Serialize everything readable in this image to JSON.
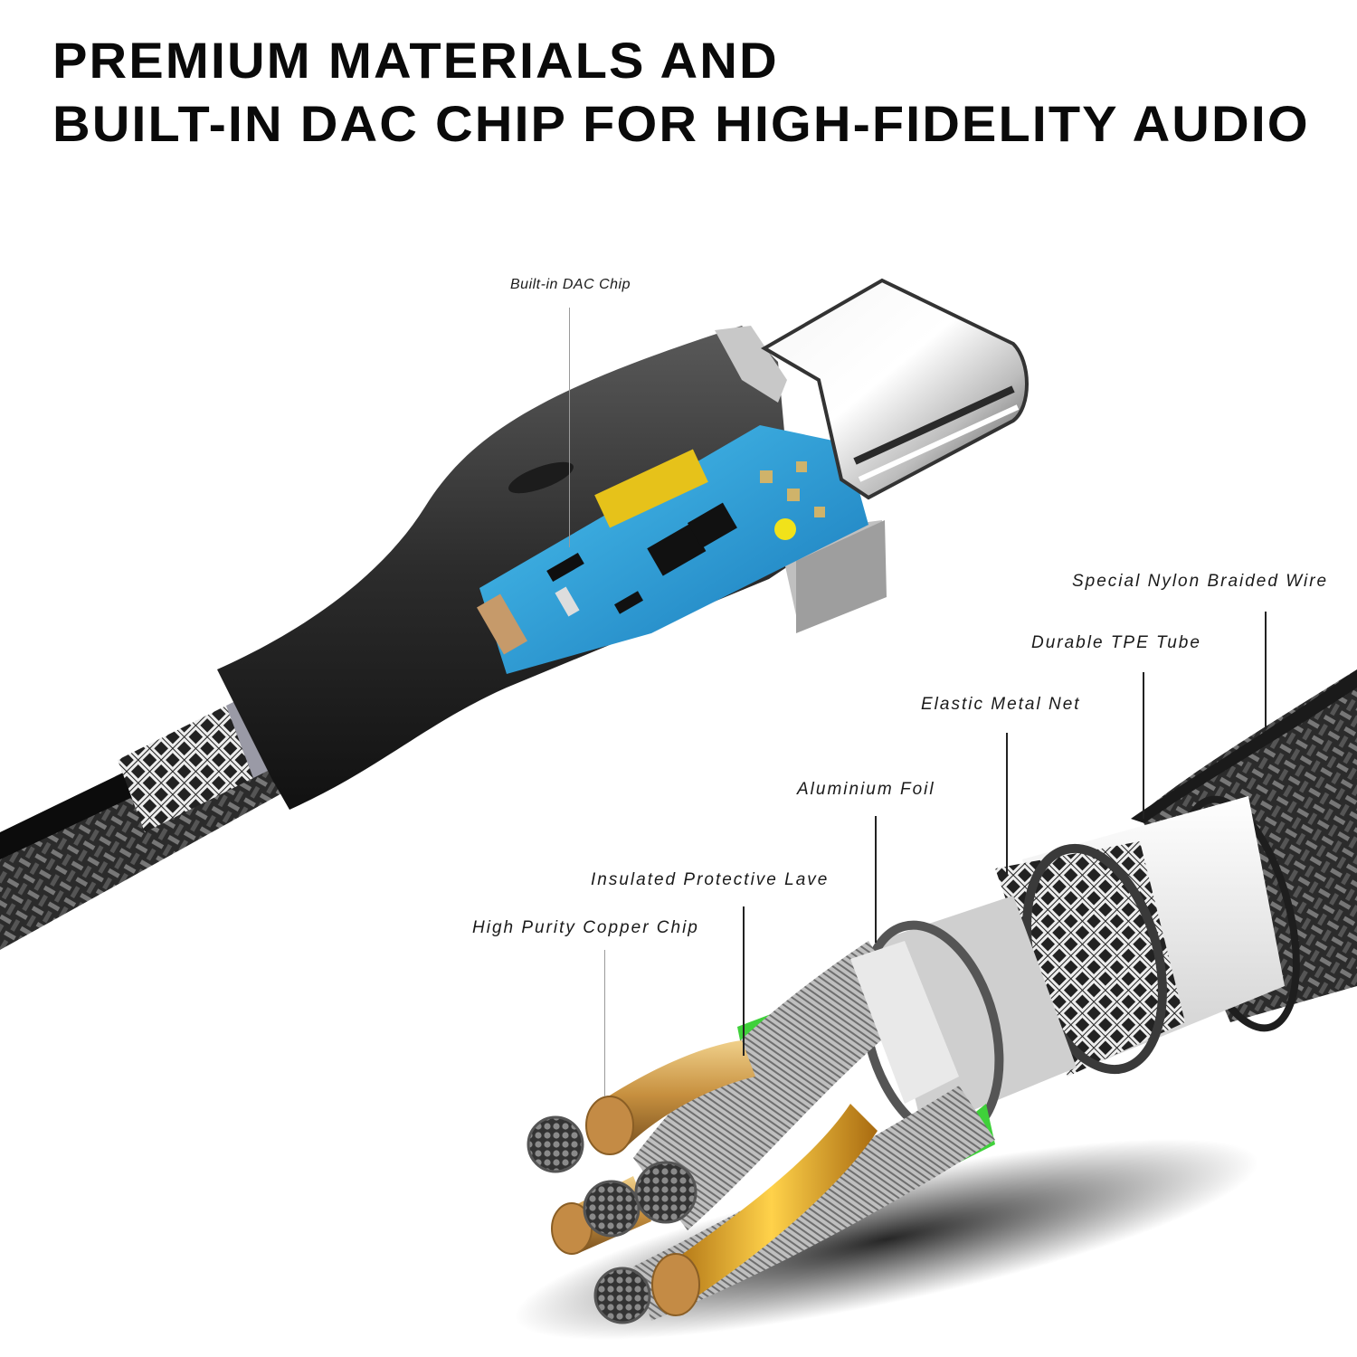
{
  "headline": {
    "line1": "PREMIUM MATERIALS AND",
    "line2": "BUILT-IN DAC CHIP FOR HIGH-FIDELITY AUDIO"
  },
  "callouts": [
    {
      "id": "dac-chip",
      "label": "Built-in DAC Chip"
    },
    {
      "id": "nylon-braid",
      "label": "Special Nylon Braided Wire"
    },
    {
      "id": "tpe-tube",
      "label": "Durable TPE Tube"
    },
    {
      "id": "metal-net",
      "label": "Elastic Metal Net"
    },
    {
      "id": "aluminium-foil",
      "label": "Aluminium Foil"
    },
    {
      "id": "insulated-layer",
      "label": "Insulated Protective Lave"
    },
    {
      "id": "copper-core",
      "label": "High Purity Copper Chip"
    }
  ],
  "colors": {
    "headline": "#0a0a0a",
    "pcb": "#1f9bd6",
    "housing": "#2a2a2a",
    "copper": "#c99a4e",
    "insulation_green": "#3fd13a",
    "chrome": "#d8d8d8"
  }
}
